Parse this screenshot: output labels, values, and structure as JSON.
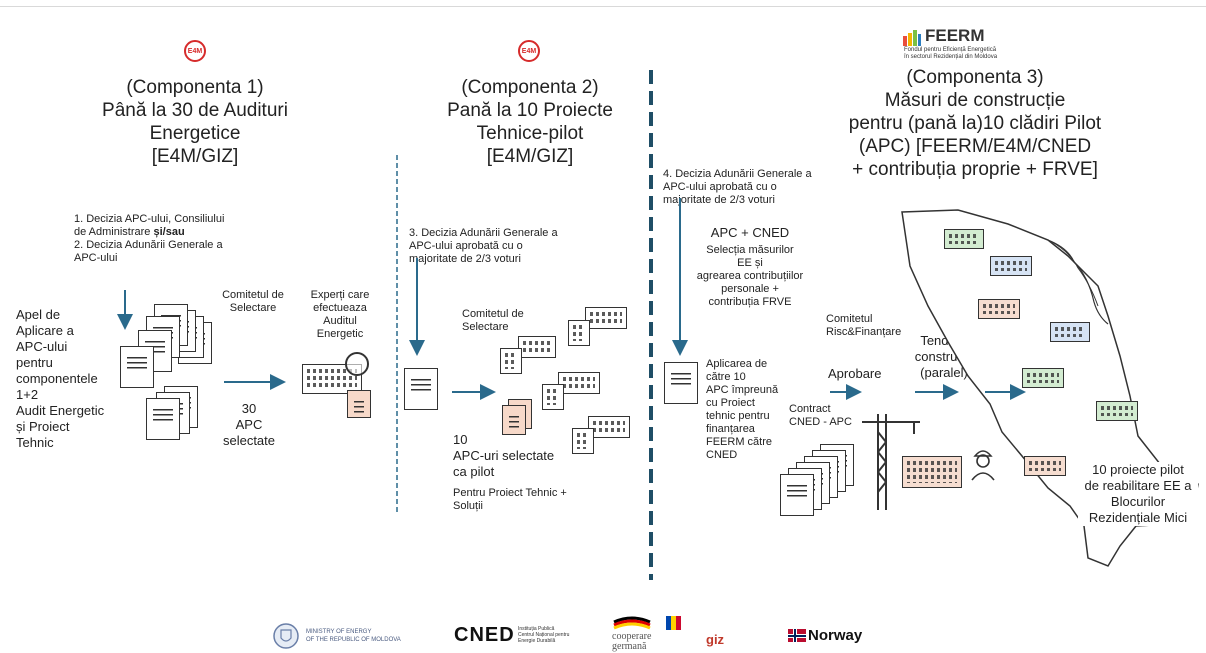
{
  "header": {
    "e4m_logo_1": "E4M",
    "e4m_logo_2": "E4M",
    "feerm_logo": "FEERM",
    "feerm_sub_1": "Fondul pentru Eficiență Energetică",
    "feerm_sub_2": "în sectorul Rezidențial din Moldova"
  },
  "col1": {
    "title_1": "(Componenta 1)",
    "title_2": "Până la 30 de Audituri",
    "title_3": "Energetice",
    "title_4": "[E4M/GIZ]",
    "note_1": "1. Decizia APC-ului, Consiliului",
    "note_2a": "de Administrare ",
    "note_2b": "și/sau",
    "note_3": "2. Decizia Adunării Generale a",
    "note_4": "APC-ului",
    "apel": [
      "Apel de",
      "Aplicare a",
      "APC-ului",
      "pentru",
      "componentele",
      "1+2",
      "Audit Energetic",
      "și Proiect",
      "Tehnic"
    ],
    "comitet": [
      "Comitetul de",
      "Selectare"
    ],
    "count": [
      "30",
      "APC",
      "selectate"
    ],
    "experti": [
      "Experți care",
      "efectueaza",
      "Auditul",
      "Energetic"
    ]
  },
  "col2": {
    "title_1": "(Componenta 2)",
    "title_2": "Pană la 10 Proiecte",
    "title_3": "Tehnice-pilot",
    "title_4": "[E4M/GIZ]",
    "note": [
      "3. Decizia Adunării Generale a",
      "APC-ului aprobată cu o",
      "majoritate de 2/3 voturi"
    ],
    "comitet": [
      "Comitetul de",
      "Selectare"
    ],
    "count": [
      "10",
      "APC-uri selectate",
      "ca pilot"
    ],
    "count_sub": [
      "Pentru Proiect Tehnic +",
      "Soluții"
    ]
  },
  "col3": {
    "title_1": "(Componenta 3)",
    "title_2": "Măsuri de construcție",
    "title_3": "pentru (pană la)10 clădiri Pilot",
    "title_4": "(APC) [FEERM/E4M/CNED",
    "title_5": "+ contribuția proprie + FRVE]",
    "note": [
      "4. Decizia Adunării Generale a",
      "APC-ului aprobată cu o",
      "majoritate de 2/3 voturi"
    ],
    "apc_cned": "APC + CNED",
    "selectia": [
      "Selecția măsurilor",
      "EE și",
      "agrearea contribuțiilor",
      "personale +",
      "contribuția FRVE"
    ],
    "aplicarea": [
      "Aplicarea de",
      "către 10",
      "APC împreună",
      "cu Proiect",
      "tehnic pentru",
      "finanțarea",
      "FEERM către",
      "CNED"
    ],
    "comitet": [
      "Comitetul",
      "Risc&Finanțare"
    ],
    "aprobare": "Aprobare",
    "tender": [
      "Tender+",
      "construcții",
      "(paralel)"
    ],
    "contract": [
      "Contract",
      "CNED - APC"
    ],
    "result": [
      "10 proiecte pilot",
      "de reabilitare EE a",
      "Blocurilor",
      "Rezidențiale Mici"
    ]
  },
  "footer": {
    "ministry": [
      "MINISTRY OF ENERGY",
      "OF THE REPUBLIC OF MOLDOVA"
    ],
    "cned": "CNED",
    "cned_sub": [
      "Instituția Publică",
      "Centrul Național pentru",
      "Energie Durabilă"
    ],
    "coop": [
      "cooperare",
      "germană"
    ],
    "giz": "giz",
    "norway": "Norway"
  }
}
